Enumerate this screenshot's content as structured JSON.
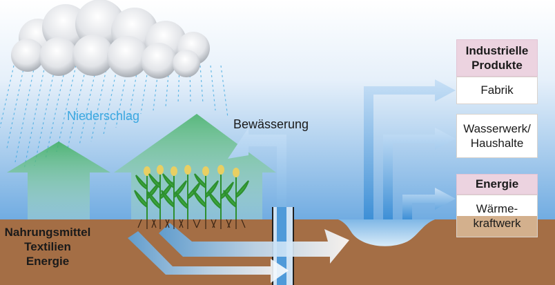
{
  "labels": {
    "precipitation": "Niederschlag",
    "irrigation": "Bewässerung",
    "crops_uses": [
      "Nahrungsmittel",
      "Textilien",
      "Energie"
    ]
  },
  "boxes": {
    "industrial_head": [
      "Industrielle",
      "Produkte"
    ],
    "factory": "Fabrik",
    "waterworks": [
      "Wasserwerk/",
      "Haushalte"
    ],
    "energy_head": "Energie",
    "power_plant": [
      "Wärme-",
      "kraftwerk"
    ]
  },
  "colors": {
    "sky": "#6aa8e0",
    "ground": "#a46e45",
    "arrow_green": "#3cae5e",
    "arrow_blue": "#5aa2dc",
    "rain": "#3aa7e0",
    "head_pink": "#ecd3e0",
    "tan": "#d3b08d"
  }
}
